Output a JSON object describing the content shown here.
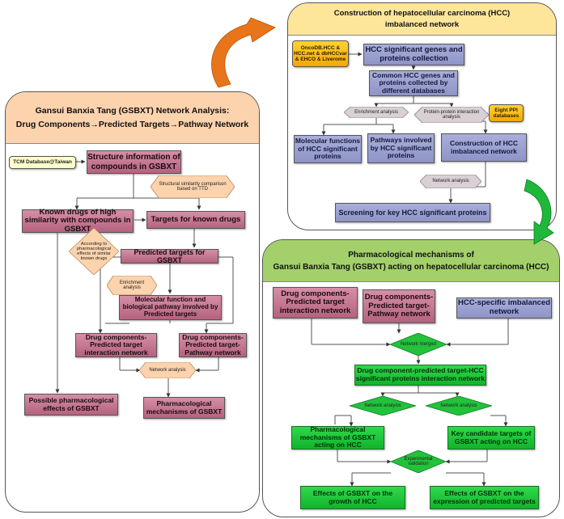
{
  "left_panel": {
    "title_line1": "Gansui Banxia Tang (GSBXT) Network Analysis:",
    "title_line2": "Drug Components→Predicted Targets→Pathway Network",
    "tcm_database": "TCM Database@Taiwan",
    "structure_info": "Structure information of compounds in GSBXT",
    "structural_similarity": "Structural similarity comparison based on TTD",
    "known_drugs": "Known drugs of high similarity with compounds in GSBXT",
    "targets_known_drugs": "Targets for known drugs",
    "according_to": "According to pharmacological effects of similar known drugs",
    "predicted_targets": "Predicted targets for GSBXT",
    "enrichment": "Enrichment analysis",
    "molecular_function": "Molecular function and biological pathway involved by Predicted targets",
    "dc_pt_interaction": "Drug components-Predicted target interaction network",
    "dc_pt_pathway": "Drug components-Predicted target-Pathway network",
    "network_analysis": "Network analysis",
    "possible_effects": "Possible pharmacological effects of GSBXT",
    "pharm_mechanisms": "Pharmacological mechanisms of GSBXT"
  },
  "top_right_panel": {
    "title_line1": "Construction of hepatocellular carcinoma (HCC)",
    "title_line2": "imbalanced network",
    "databases": "OncoDB.HCC & HCC.net & dbHCCvar & EHCO & Liverome",
    "hcc_collection": "HCC significant genes and proteins collection",
    "common_hcc": "Common HCC genes and proteins collected by different databases",
    "enrichment": "Enrichment analysis",
    "ppi_analysis": "Protein-protein interaction analysis",
    "ppi_databases": "Eight PPI databases",
    "molecular_functions": "Molecular functions of HCC significant proteins",
    "pathways": "Pathways involved by HCC significant proteins",
    "construction_network": "Construction of HCC imbalanced network",
    "network_analysis": "Network analysis",
    "screening": "Screening for key HCC significant proteins"
  },
  "bottom_right_panel": {
    "title_line1": "Pharmacological mechanisms of",
    "title_line2": "Gansui Banxia Tang (GSBXT) acting on hepatocellular carcinoma (HCC)",
    "dc_pt_interaction": "Drug components-Predicted target interaction network",
    "dc_pt_pathway": "Drug components-Predicted target-Pathway network",
    "hcc_specific": "HCC-specific imbalanced network",
    "network_merged": "Network merged",
    "merged_network": "Drug component-predicted target-HCC significant proteins interaction network",
    "network_analysis_left": "Network analysis",
    "network_analysis_right": "Network analysis",
    "pharm_mechanisms": "Pharmacological mechanisms of GSBXT acting on HCC",
    "key_targets": "Key candidate targets of GSBXT acting on HCC",
    "experimental": "Experimental validation",
    "effects_growth": "Effects of GSBXT on the growth of HCC",
    "effects_expression": "Effects of GSBXT on the expression of predicted targets"
  },
  "colors": {
    "left_header": "#fcd3ad",
    "top_right_header": "#fde59a",
    "bottom_right_header": "#a3d06b",
    "orange_arrow": "#e8751a",
    "green_arrow": "#1fb83a"
  }
}
